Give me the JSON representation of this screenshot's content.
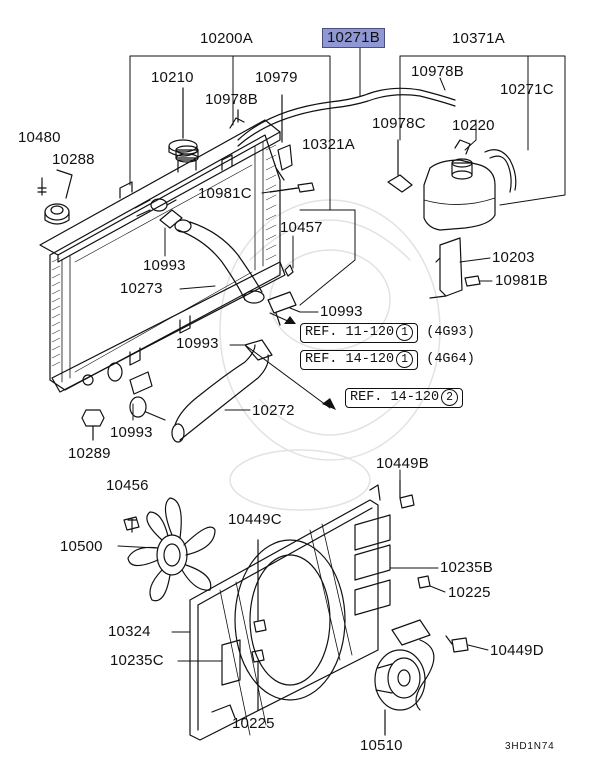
{
  "labels": {
    "p10200A": "10200A",
    "p10271B": "10271B",
    "p10371A": "10371A",
    "p10210": "10210",
    "p10979": "10979",
    "p10978B_l": "10978B",
    "p10978B_r": "10978B",
    "p10271C": "10271C",
    "p10480": "10480",
    "p10288": "10288",
    "p10321A": "10321A",
    "p10978C": "10978C",
    "p10220": "10220",
    "p10981C": "10981C",
    "p10457": "10457",
    "p10993_a": "10993",
    "p10273": "10273",
    "p10203": "10203",
    "p10981B": "10981B",
    "p10993_b": "10993",
    "p10993_c": "10993",
    "p10993_d": "10993",
    "p10272": "10272",
    "p10289": "10289",
    "p10449B": "10449B",
    "p10456": "10456",
    "p10449C": "10449C",
    "p10500": "10500",
    "p10235B": "10235B",
    "p10225_r": "10225",
    "p10324": "10324",
    "p10449D": "10449D",
    "p10235C": "10235C",
    "p10225_b": "10225",
    "p10510": "10510"
  },
  "refs": [
    {
      "text": "REF. 11-120",
      "num": "1",
      "engine": "(4G93)"
    },
    {
      "text": "REF. 14-120",
      "num": "1",
      "engine": "(4G64)"
    },
    {
      "text": "REF. 14-120",
      "num": "2",
      "engine": ""
    }
  ],
  "drawing_code": "3HD1N74",
  "colors": {
    "highlight": "#8f97d4",
    "ink": "#111111"
  }
}
